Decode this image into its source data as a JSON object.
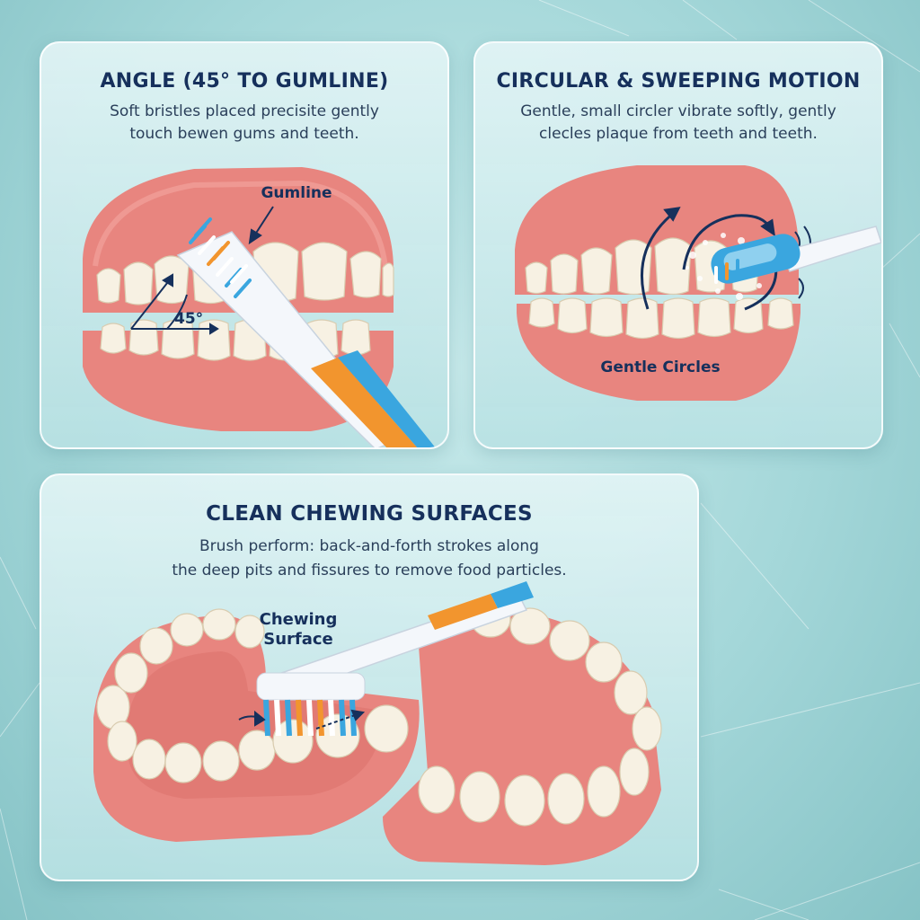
{
  "panels": [
    {
      "title": "ANGLE (45° TO GUMLINE)",
      "description": "Soft bristles placed precisite gently\ntouch bewen gums and teeth.",
      "labels": {
        "gumline": "Gumline",
        "angle": "45°"
      }
    },
    {
      "title": "CIRCULAR & SWEEPING MOTION",
      "description": "Gentle, small circler vibrate softly, gently\nclecles plaque from teeth and teeth.",
      "labels": {
        "circles": "Gentle Circles"
      }
    },
    {
      "title": "CLEAN CHEWING SURFACES",
      "description": "Brush perform: back-and-forth strokes along\nthe deep pits and fissures to remove food particles.",
      "labels": {
        "surface_line1": "Chewing",
        "surface_line2": "Surface"
      }
    }
  ],
  "colors": {
    "title": "#16305c",
    "gum": "#e8857f",
    "tooth": "#f7f1e3",
    "brush_blue": "#3aa6df",
    "brush_orange": "#f2952e",
    "handle": "#f4f7fb"
  }
}
